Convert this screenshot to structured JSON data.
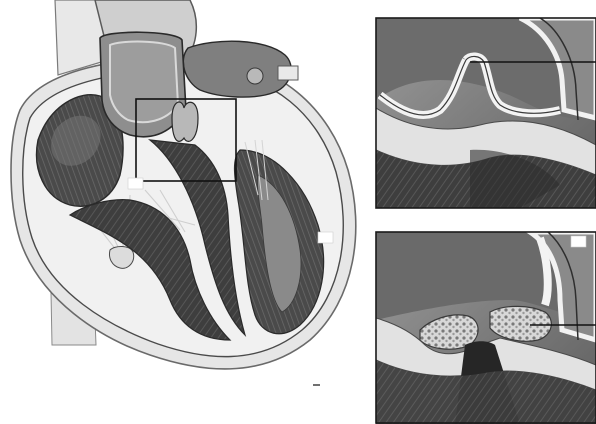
{
  "figure": {
    "panels": [
      "heart-cross-section",
      "aortic-valve-normal-detail",
      "aortic-valve-calcified-detail"
    ],
    "colors": {
      "background": "#ffffff",
      "muscle_dark": "#3e3e3e",
      "muscle_mid": "#6b6b6b",
      "tissue_light": "#bdbdbd",
      "vessel_fill": "#8f8f8f",
      "outline": "#2a2a2a",
      "calcification": "#e4e4e4",
      "pericardium": "#d6d6d6"
    },
    "icons": [
      "label-marker",
      "zoom-box",
      "leader-line",
      "calcium-deposit"
    ]
  }
}
